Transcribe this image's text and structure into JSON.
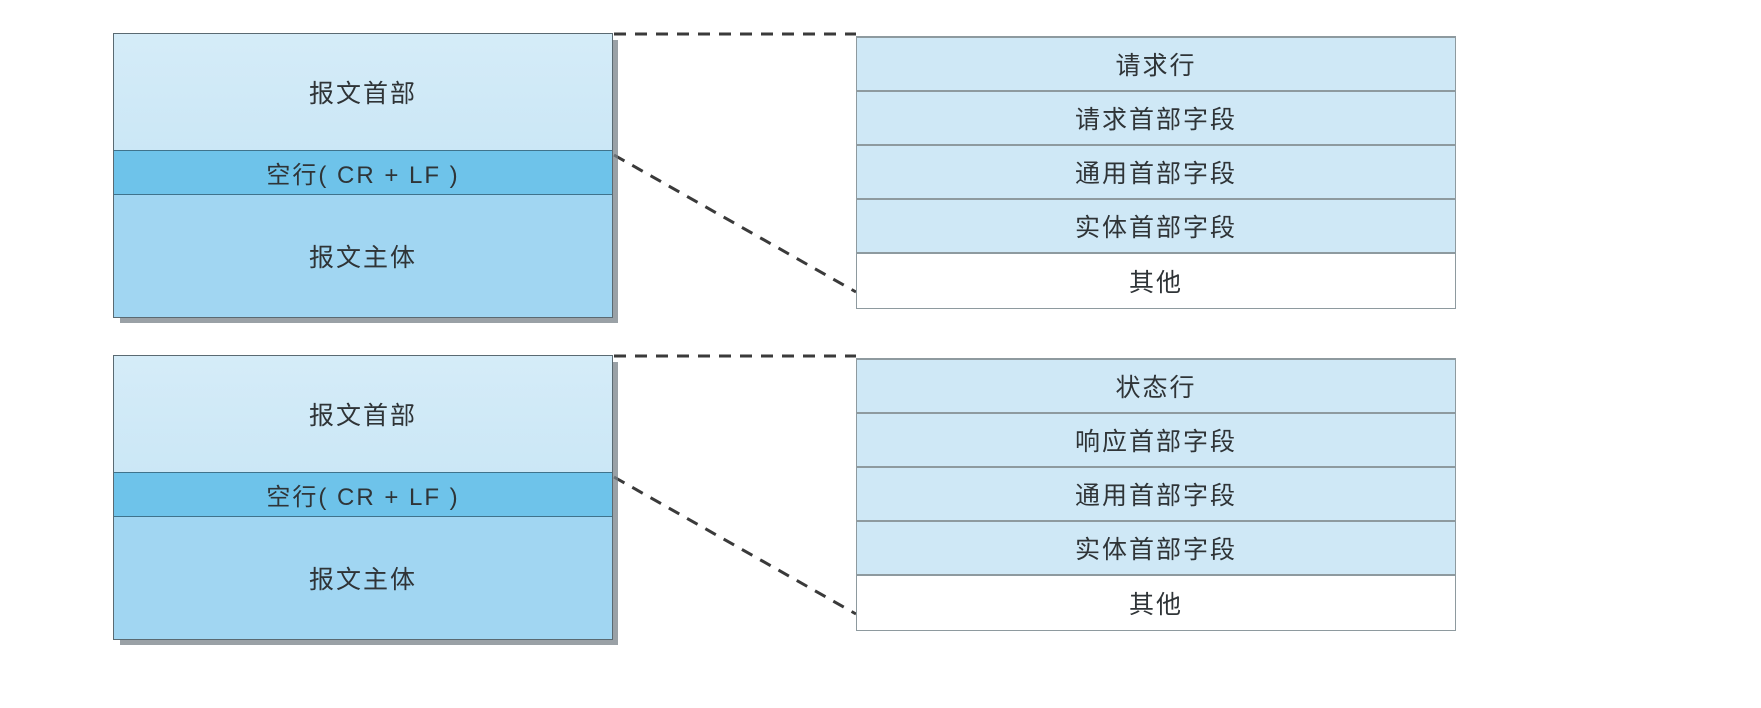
{
  "diagram": {
    "type": "http-message-structure",
    "background_color": "#ffffff",
    "text_color": "#2f3437",
    "colors": {
      "header_segment": "#cfe8f6",
      "blank_line_segment": "#6ec3ea",
      "body_segment": "#a1d6f2",
      "table_row": "#cfe8f6",
      "table_last_row": "#ffffff",
      "box_border": "#5a6a72",
      "table_border": "#8e9a9f",
      "connector_line": "#3a3a3a"
    },
    "groups": [
      {
        "id": "request",
        "message_box": {
          "segments": [
            {
              "id": "header",
              "label": "报文首部"
            },
            {
              "id": "blank-line",
              "label": "空行( CR + LF )"
            },
            {
              "id": "body",
              "label": "报文主体"
            }
          ]
        },
        "detail_table": {
          "rows": [
            {
              "id": "start-line",
              "label": "请求行"
            },
            {
              "id": "request-header",
              "label": "请求首部字段"
            },
            {
              "id": "general-header",
              "label": "通用首部字段"
            },
            {
              "id": "entity-header",
              "label": "实体首部字段"
            },
            {
              "id": "other",
              "label": "其他"
            }
          ]
        }
      },
      {
        "id": "response",
        "message_box": {
          "segments": [
            {
              "id": "header",
              "label": "报文首部"
            },
            {
              "id": "blank-line",
              "label": "空行( CR + LF )"
            },
            {
              "id": "body",
              "label": "报文主体"
            }
          ]
        },
        "detail_table": {
          "rows": [
            {
              "id": "start-line",
              "label": "状态行"
            },
            {
              "id": "response-header",
              "label": "响应首部字段"
            },
            {
              "id": "general-header",
              "label": "通用首部字段"
            },
            {
              "id": "entity-header",
              "label": "实体首部字段"
            },
            {
              "id": "other",
              "label": "其他"
            }
          ]
        }
      }
    ]
  }
}
